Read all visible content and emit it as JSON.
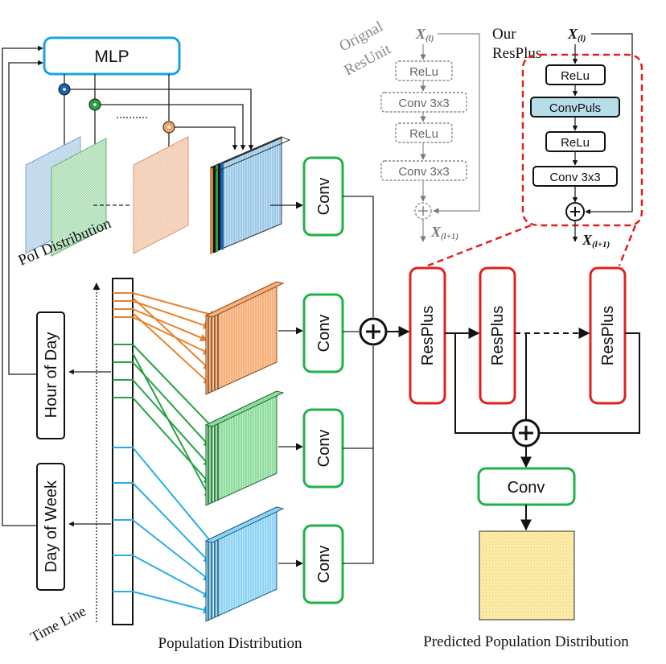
{
  "mlp_label": "MLP",
  "poi_distribution_label": "PoI Distribution",
  "hour_of_day_label": "Hour of Day",
  "day_of_week_label": "Day of Week",
  "time_line_label": "Time Line",
  "population_distribution_label": "Population Distribution",
  "predicted_population_label": "Predicted Population Distribution",
  "conv_label": "Conv",
  "resplus_label": "ResPlus",
  "original_resunit": {
    "title_line1": "Orignal",
    "title_line2": "ResUnit",
    "input": "X",
    "input_sub": "(l)",
    "output": "X",
    "output_sub": "(l+1)",
    "layers": [
      "ReLu",
      "Conv 3x3",
      "ReLu",
      "Conv 3x3"
    ]
  },
  "our_resplus": {
    "title_line1": "Our",
    "title_line2": "ResPlus",
    "input": "X",
    "input_sub": "(l)",
    "output": "X",
    "output_sub": "(l+1)",
    "layers": [
      "ReLu",
      "ConvPuls",
      "ReLu",
      "Conv 3x3"
    ]
  },
  "colors": {
    "mlp_border": "#1aa3dd",
    "conv_border": "#21b14b",
    "resplus_border": "#e0201e",
    "convpuls_fill": "#b7dde9",
    "orange": "#e8822a",
    "green": "#25a244",
    "blue": "#27aee6",
    "dot_blue": "#1b62b0",
    "dot_green": "#25a244",
    "dot_orange": "#f0a66a",
    "output_fill": "#fbe9a6"
  }
}
